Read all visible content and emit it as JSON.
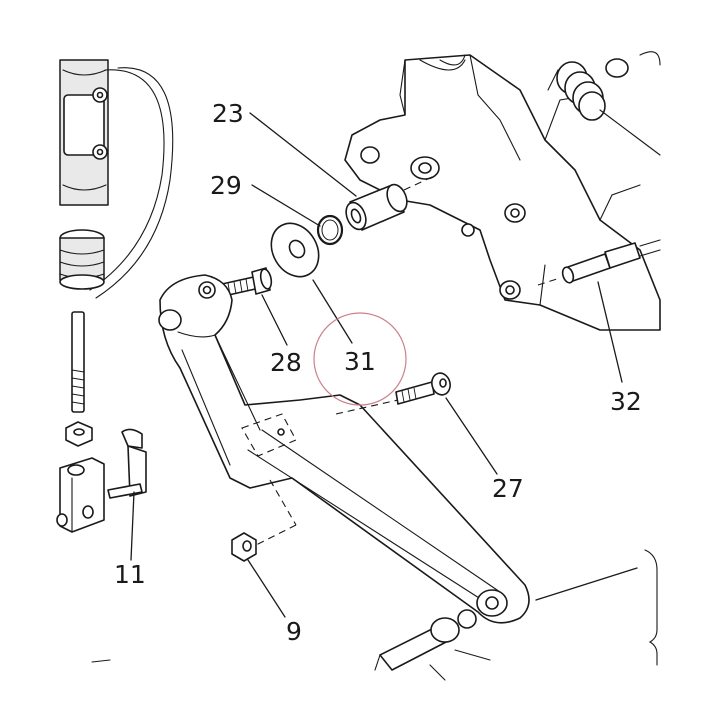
{
  "callouts": {
    "c23": "23",
    "c29": "29",
    "c28": "28",
    "c31": "31",
    "c27": "27",
    "c32": "32",
    "c11": "11",
    "c9": "9"
  },
  "highlight_color": "#c9808a",
  "line_color": "#1a1a1a"
}
